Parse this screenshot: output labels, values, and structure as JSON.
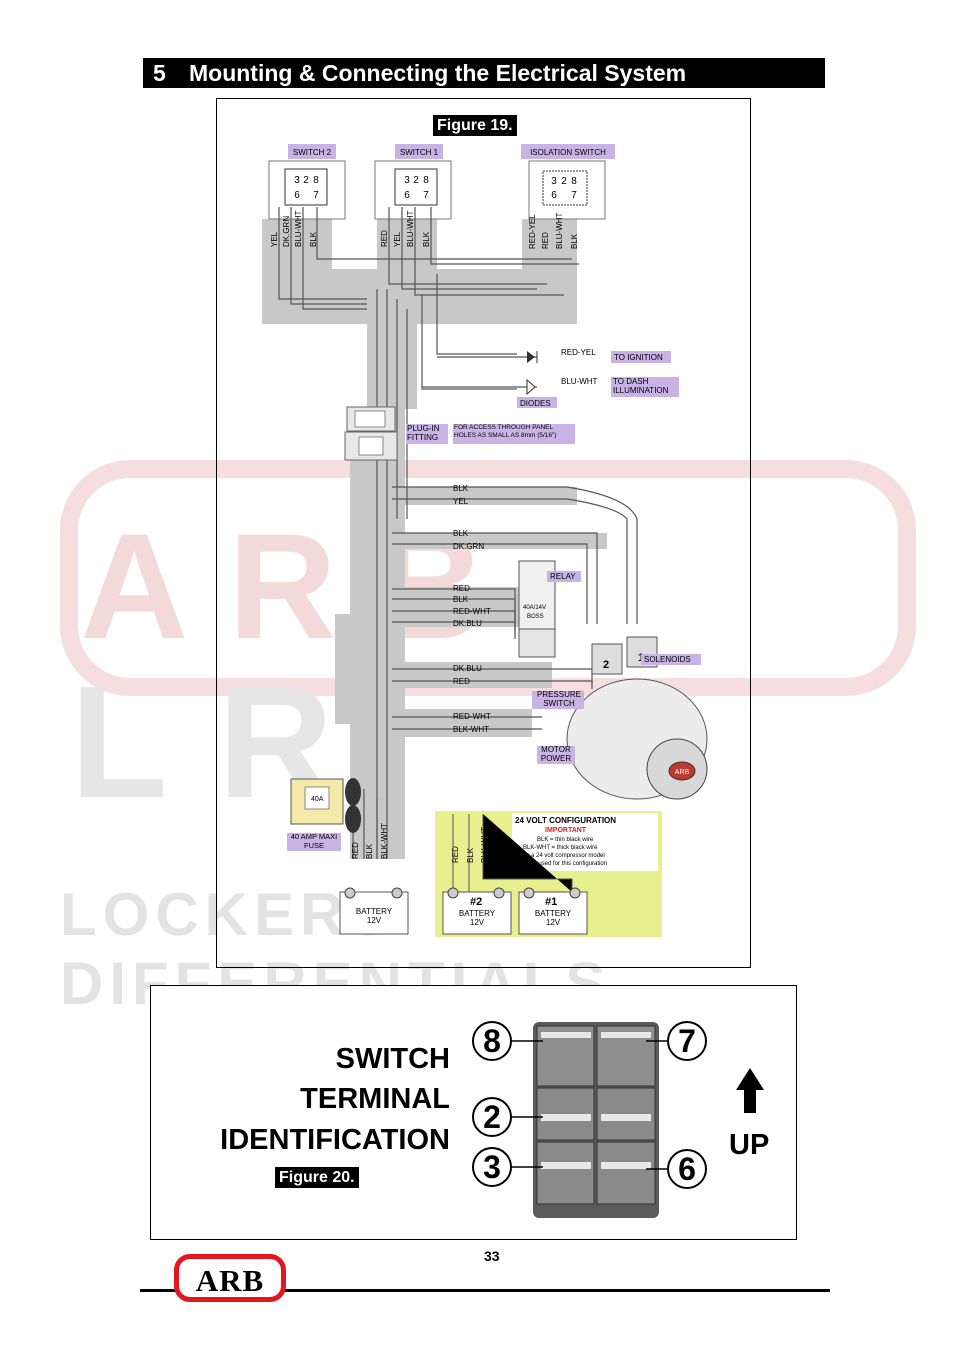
{
  "watermark": {
    "top": "ARB",
    "middle": "LR",
    "bottom": "LOCKERS  DIFFERENTIALS"
  },
  "section": {
    "number": "5",
    "title": "Mounting & Connecting the Electrical System"
  },
  "figure19": {
    "label": "Figure 19.",
    "switch_labels": [
      "SWITCH 2",
      "SWITCH 1",
      "ISOLATION SWITCH"
    ],
    "switch_terminals_top": [
      "3",
      "2",
      "8"
    ],
    "switch_terminals_bottom": [
      "6",
      "7"
    ],
    "switch2_wires": [
      "YEL",
      "DK.GRN",
      "BLU-WHT",
      "BLK"
    ],
    "switch1_wires": [
      "RED",
      "YEL",
      "BLU-WHT",
      "BLK"
    ],
    "isolation_wires": [
      "RED-YEL",
      "RED",
      "BLU-WHT",
      "BLK"
    ],
    "ignition_wire": "RED-YEL",
    "ignition_tag": "TO IGNITION",
    "dash_wire": "BLU-WHT",
    "dash_tag": "TO DASH ILLUMINATION",
    "diodes_tag": "DIODES",
    "plug_tag": "PLUG-IN FITTING",
    "access_tag": "FOR ACCESS THROUGH PANEL HOLES AS SMALL AS 8mm (5/16\")",
    "run1_wires": [
      "BLK",
      "YEL"
    ],
    "run2_wires": [
      "BLK",
      "DK.GRN"
    ],
    "relay_tag": "RELAY",
    "relay_rating": "40A/14V",
    "relay_code": "BOSS",
    "relay_wires": [
      "RED",
      "BLK",
      "RED-WHT",
      "DK.BLU"
    ],
    "solenoids_tag": "SOLENOIDS",
    "solenoid_numbers": [
      "2",
      "1"
    ],
    "pressure_wires": [
      "DK.BLU",
      "RED"
    ],
    "pressure_tag": "PRESSURE SWITCH",
    "motor_wires": [
      "RED-WHT",
      "BLK-WHT"
    ],
    "motor_tag": "MOTOR POWER",
    "compressor_logo": "ARB",
    "fuse_rating": "40A",
    "fuse_tag": "40 AMP MAXI FUSE",
    "battery_wires": [
      "RED",
      "BLK",
      "BLK-WHT"
    ],
    "battery_label": "BATTERY",
    "battery_voltage": "12V",
    "v24": {
      "title": "24 VOLT CONFIGURATION",
      "important": "IMPORTANT",
      "notes": [
        "BLK = thin black wire",
        "BLK-WHT = thick black wire",
        "Only a 24 volt compressor model",
        "may be used for this configuration"
      ],
      "wires": [
        "RED",
        "BLK",
        "BLK-WHT"
      ],
      "battery_numbers": [
        "#2",
        "#1"
      ]
    },
    "colors": {
      "highlight": "#c9b3e6",
      "harness": "#c8c8c8",
      "v24_bg": "#e7ef8e",
      "important": "#d42020"
    }
  },
  "figure20": {
    "label": "Figure 20.",
    "title_lines": [
      "SWITCH",
      "TERMINAL",
      "IDENTIFICATION"
    ],
    "terminals_left": [
      "8",
      "2",
      "3"
    ],
    "terminals_right": [
      "7",
      "6"
    ],
    "up_label": "UP"
  },
  "page_number": "33",
  "logo_text": "ARB"
}
